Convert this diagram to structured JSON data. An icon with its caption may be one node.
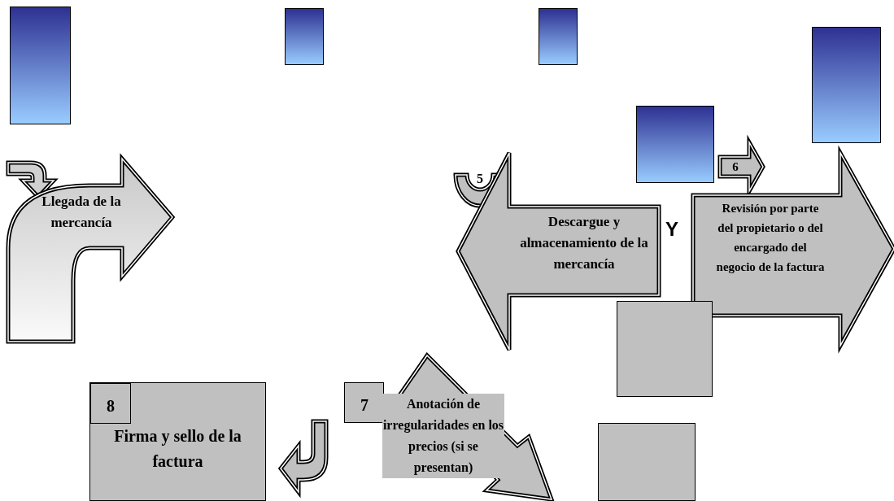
{
  "diagram": {
    "nodes": [
      {
        "text": [],
        "shape": "box"
      },
      {
        "text": [],
        "shape": "box"
      },
      {
        "text": [],
        "shape": "box"
      },
      {
        "text": [],
        "shape": "box"
      },
      {
        "text": [],
        "shape": "box"
      },
      {
        "text": [],
        "shape": "arrow"
      },
      {
        "text": [
          "Llegada de la mercancía"
        ]
      },
      {
        "text": [
          "5"
        ]
      },
      {
        "text": [
          "Descargue y almacenamiento de la mercancía"
        ]
      },
      {
        "text": [
          "6"
        ]
      },
      {
        "text": [
          "Revisión por parte del propietario o del encargado del negocio de la factura"
        ]
      },
      {
        "text": [],
        "shape": "box"
      },
      {
        "text": [
          "Firma y sello de la factura"
        ]
      },
      {
        "text": [
          "8"
        ],
        "in": 12
      },
      {
        "text": [],
        "shape": "arrow"
      },
      {
        "text": [
          "7"
        ]
      },
      {
        "text": [
          "Anotación de irregularidades en los precios (si se presentan)"
        ]
      },
      {
        "text": [],
        "shape": "box"
      }
    ],
    "labels": [
      "Y"
    ]
  }
}
